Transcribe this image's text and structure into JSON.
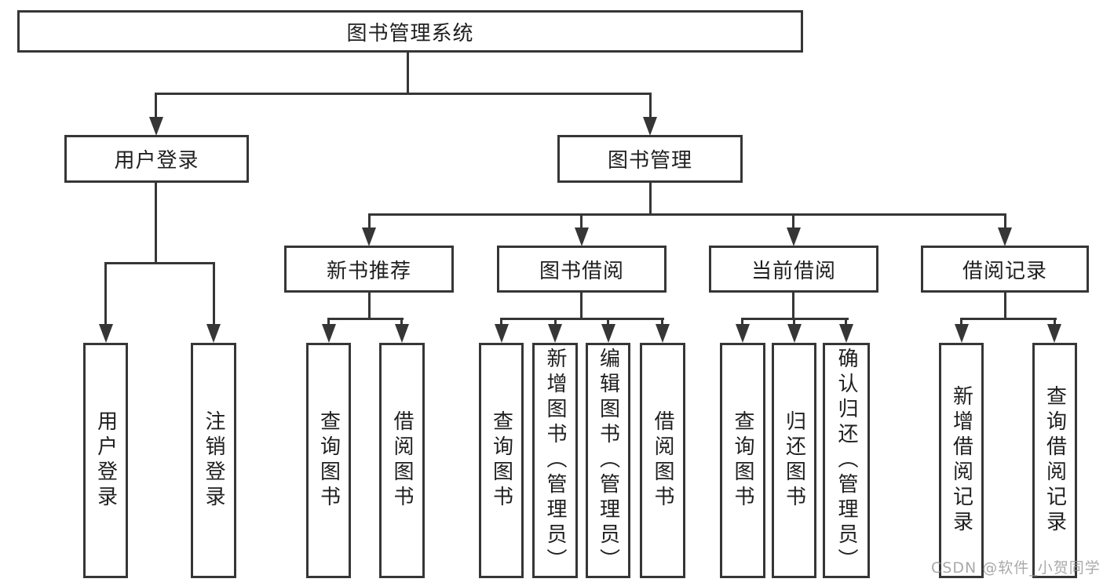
{
  "tree": {
    "root": {
      "label": "图书管理系统"
    },
    "children": [
      {
        "label": "用户登录",
        "children": [
          {
            "label": "用户登录"
          },
          {
            "label": "注销登录"
          }
        ]
      },
      {
        "label": "图书管理",
        "children": [
          {
            "label": "新书推荐",
            "children": [
              {
                "label": "查询图书"
              },
              {
                "label": "借阅图书"
              }
            ]
          },
          {
            "label": "图书借阅",
            "children": [
              {
                "label": "查询图书"
              },
              {
                "label": "新增图书（管理员）"
              },
              {
                "label": "编辑图书（管理员）"
              },
              {
                "label": "借阅图书"
              }
            ]
          },
          {
            "label": "当前借阅",
            "children": [
              {
                "label": "查询图书"
              },
              {
                "label": "归还图书"
              },
              {
                "label": "确认归还（管理员）"
              }
            ]
          },
          {
            "label": "借阅记录",
            "children": [
              {
                "label": "新增借阅记录"
              },
              {
                "label": "查询借阅记录"
              }
            ]
          }
        ]
      }
    ]
  },
  "watermark": "CSDN @软件_小贺同学",
  "colors": {
    "line": "#363636",
    "text": "#1f1f1f",
    "watermark": "#949494",
    "background": "#ffffff"
  }
}
